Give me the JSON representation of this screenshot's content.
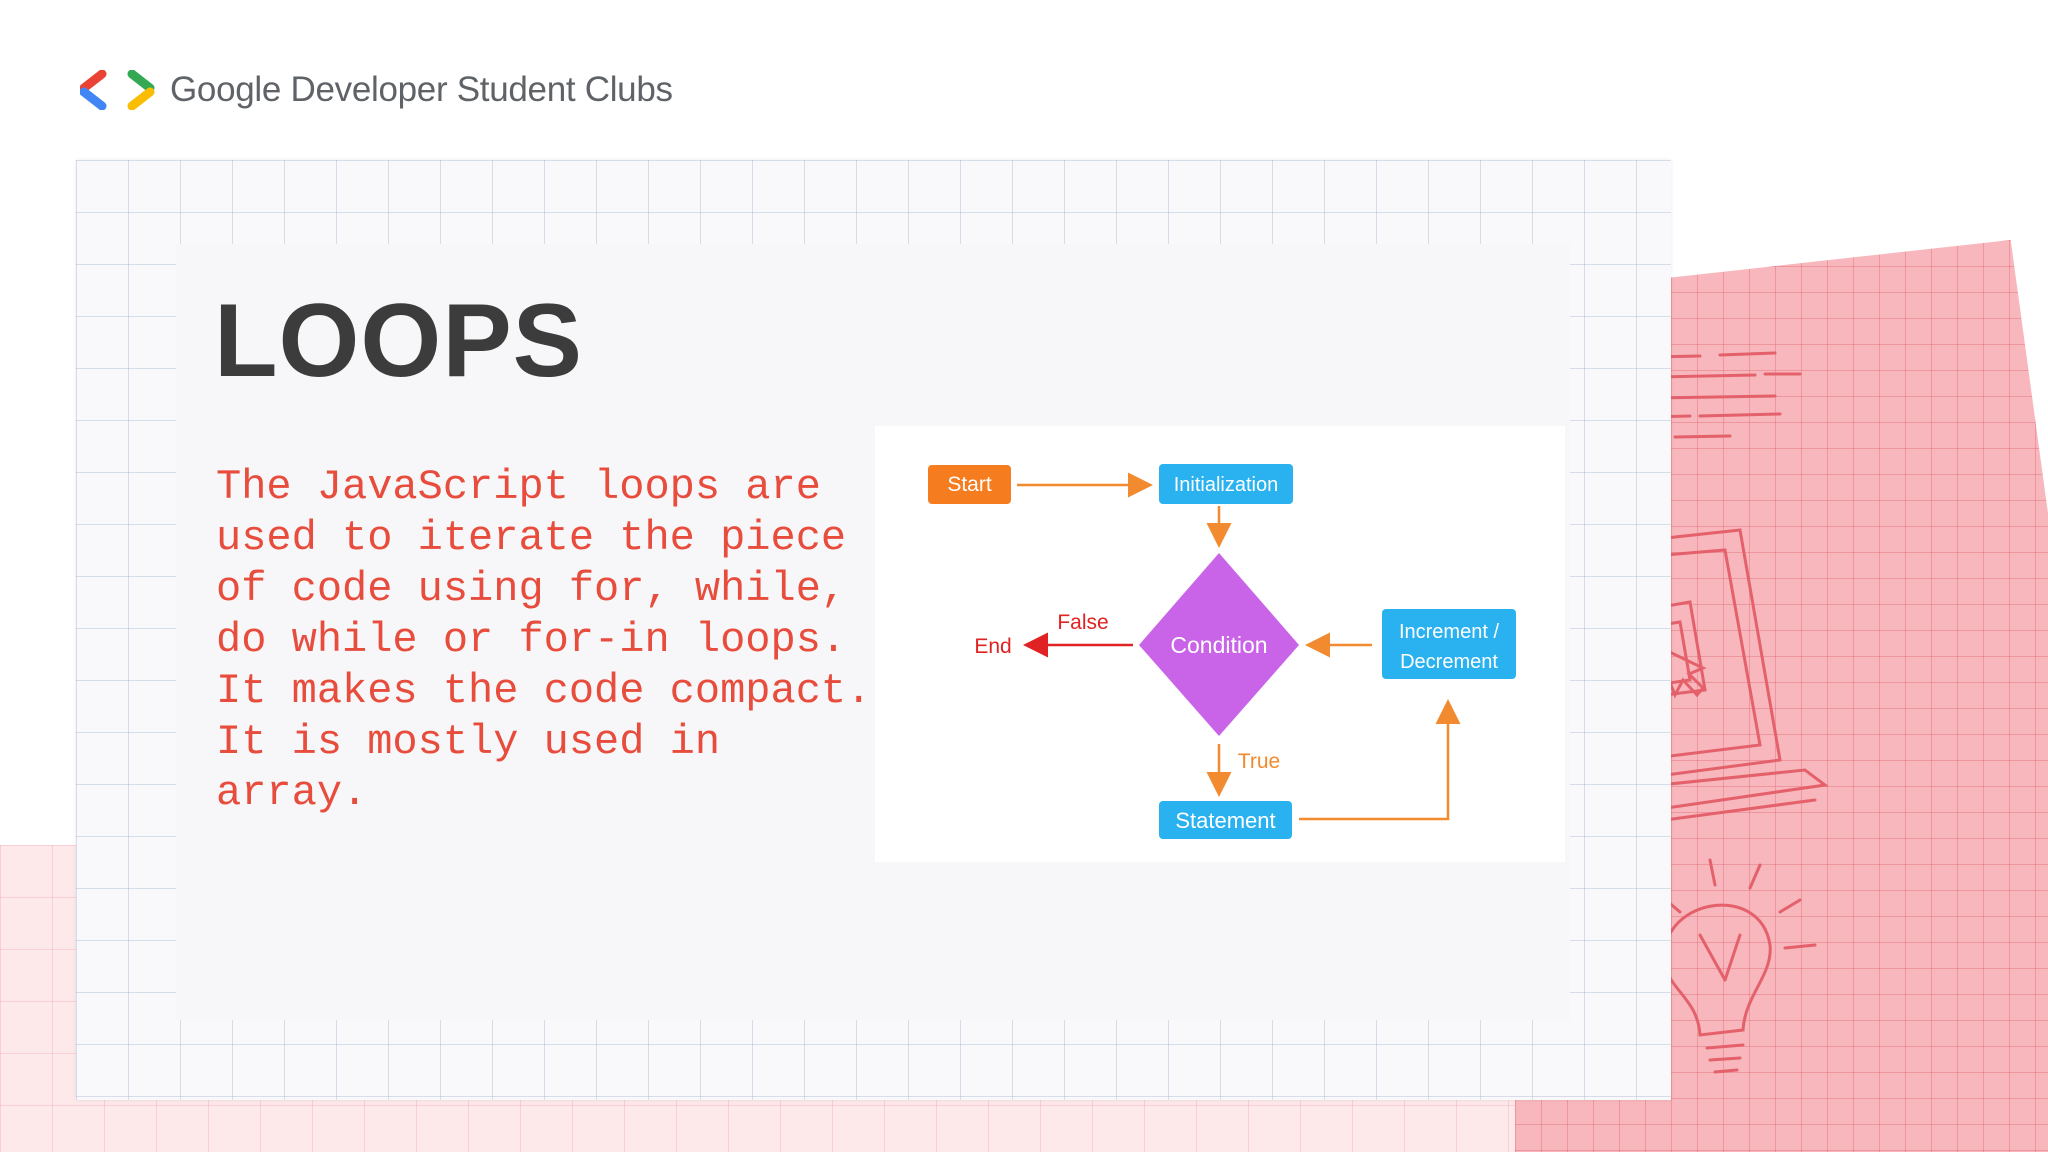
{
  "brand": {
    "name": "Google Developer Student Clubs"
  },
  "slide": {
    "title": "LOOPS",
    "body": "The JavaScript loops are used to iterate the piece of code using for, while, do while or for-in loops. It makes the code compact. It is mostly used in array."
  },
  "flowchart": {
    "start": "Start",
    "initialization": "Initialization",
    "condition": "Condition",
    "end": "End",
    "false_label": "False",
    "true_label": "True",
    "statement": "Statement",
    "increment_line1": "Increment /",
    "increment_line2": "Decrement"
  },
  "colors": {
    "accent_red": "#e74c3c",
    "start_orange": "#f57c1f",
    "box_blue": "#29b1f0",
    "condition_purple": "#c964e8",
    "arrow_orange": "#f28a30",
    "arrow_red": "#e02222"
  }
}
